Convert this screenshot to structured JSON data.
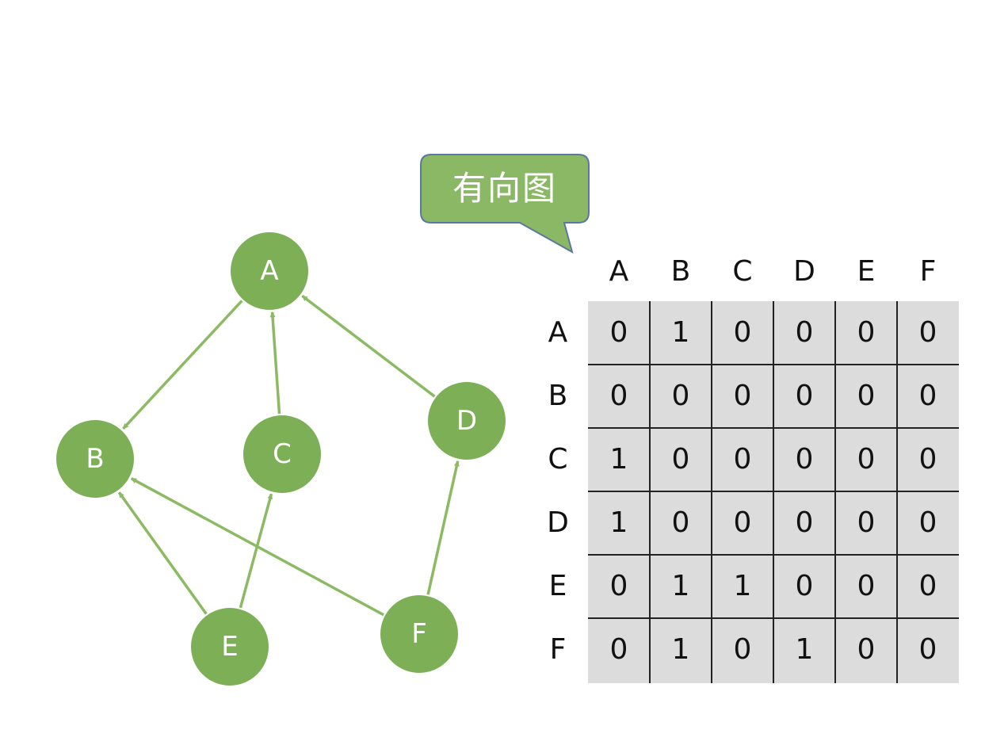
{
  "callout": {
    "text": "有向图",
    "fill": "#8bb865",
    "border": "#5a78a0"
  },
  "colors": {
    "node": "#7daf57",
    "edge": "#8bba63",
    "matrix_bg": "#dcdcdc",
    "grid_line": "#222222",
    "text": "#111111"
  },
  "graph": {
    "nodes": [
      "A",
      "B",
      "C",
      "D",
      "E",
      "F"
    ],
    "edges": [
      {
        "from": "A",
        "to": "B"
      },
      {
        "from": "C",
        "to": "A"
      },
      {
        "from": "D",
        "to": "A"
      },
      {
        "from": "E",
        "to": "B"
      },
      {
        "from": "E",
        "to": "C"
      },
      {
        "from": "F",
        "to": "B"
      },
      {
        "from": "F",
        "to": "D"
      }
    ]
  },
  "matrix": {
    "columns": [
      "A",
      "B",
      "C",
      "D",
      "E",
      "F"
    ],
    "rows": [
      {
        "label": "A",
        "values": [
          "0",
          "1",
          "0",
          "0",
          "0",
          "0"
        ]
      },
      {
        "label": "B",
        "values": [
          "0",
          "0",
          "0",
          "0",
          "0",
          "0"
        ]
      },
      {
        "label": "C",
        "values": [
          "1",
          "0",
          "0",
          "0",
          "0",
          "0"
        ]
      },
      {
        "label": "D",
        "values": [
          "1",
          "0",
          "0",
          "0",
          "0",
          "0"
        ]
      },
      {
        "label": "E",
        "values": [
          "0",
          "1",
          "1",
          "0",
          "0",
          "0"
        ]
      },
      {
        "label": "F",
        "values": [
          "0",
          "1",
          "0",
          "1",
          "0",
          "0"
        ]
      }
    ]
  }
}
